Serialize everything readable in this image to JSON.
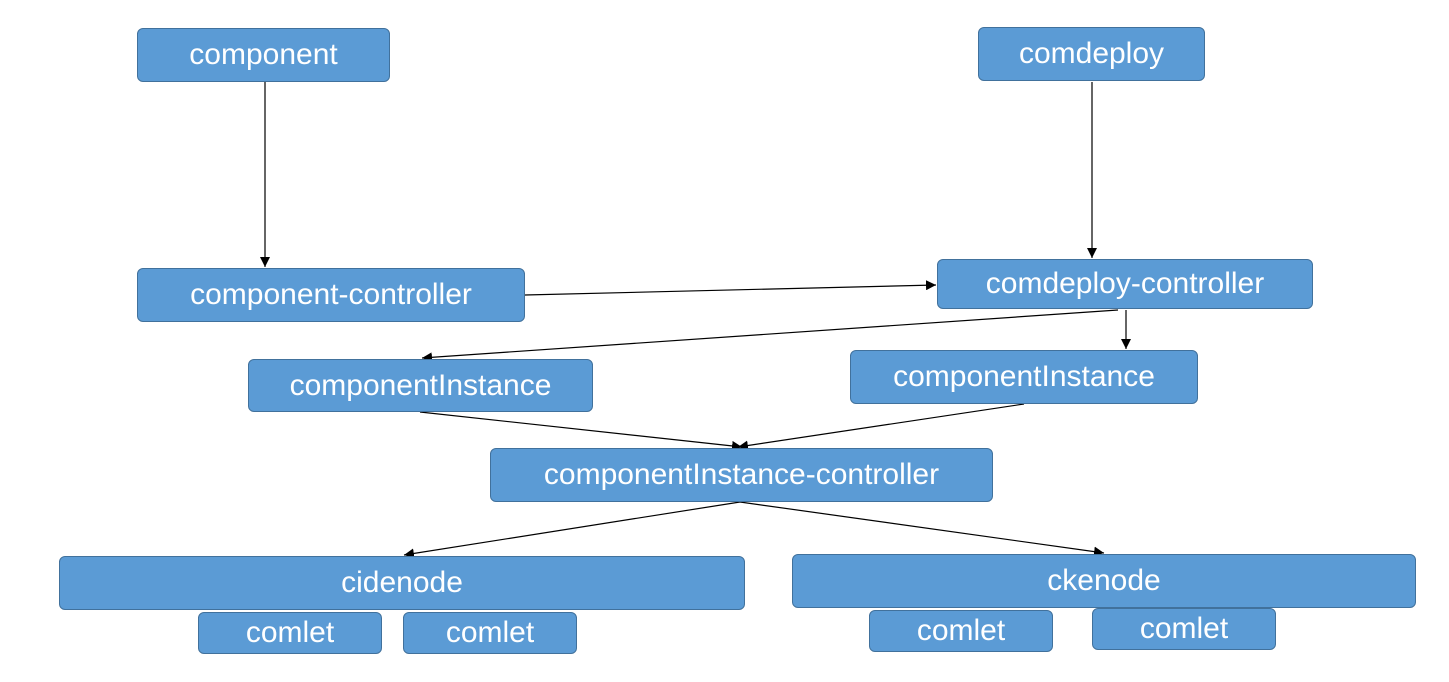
{
  "nodes": {
    "component": "component",
    "comdeploy": "comdeploy",
    "component_controller": "component-controller",
    "comdeploy_controller": "comdeploy-controller",
    "component_instance_left": "componentInstance",
    "component_instance_right": "componentInstance",
    "component_instance_controller": "componentInstance-controller",
    "cidenode": "cidenode",
    "ckenode": "ckenode",
    "comlet_1": "comlet",
    "comlet_2": "comlet",
    "comlet_3": "comlet",
    "comlet_4": "comlet"
  },
  "edges": [
    {
      "from": "component",
      "to": "component_controller"
    },
    {
      "from": "comdeploy",
      "to": "comdeploy_controller"
    },
    {
      "from": "component_controller",
      "to": "comdeploy_controller"
    },
    {
      "from": "comdeploy_controller",
      "to": "component_instance_left"
    },
    {
      "from": "comdeploy_controller",
      "to": "component_instance_right"
    },
    {
      "from": "component_instance_left",
      "to": "component_instance_controller"
    },
    {
      "from": "component_instance_right",
      "to": "component_instance_controller"
    },
    {
      "from": "component_instance_controller",
      "to": "cidenode"
    },
    {
      "from": "component_instance_controller",
      "to": "ckenode"
    }
  ],
  "colors": {
    "node_fill": "#5b9bd5",
    "node_border": "#41719c",
    "node_text": "#ffffff",
    "edge": "#000000"
  }
}
